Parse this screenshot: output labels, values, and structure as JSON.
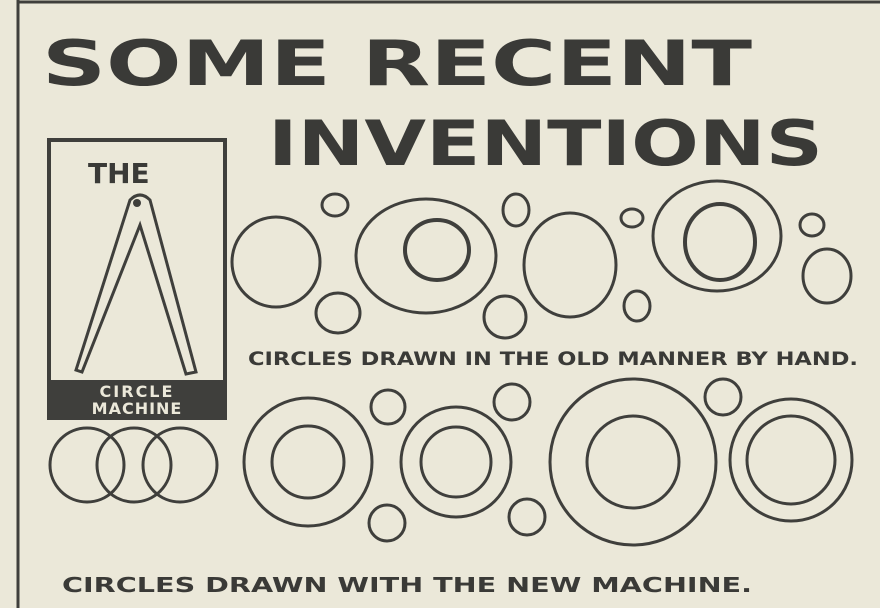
{
  "title": {
    "line1": "SOME RECENT",
    "line2": "INVENTIONS"
  },
  "box": {
    "top_label": "THE",
    "bottom_line1": "CIRCLE",
    "bottom_line2": "MACHINE"
  },
  "captions": {
    "hand": "CIRCLES DRAWN IN THE OLD MANNER BY HAND.",
    "machine": "CIRCLES DRAWN WITH THE NEW MACHINE."
  },
  "colors": {
    "paper": "#ebe8d9",
    "ink": "#3f3f3c"
  }
}
